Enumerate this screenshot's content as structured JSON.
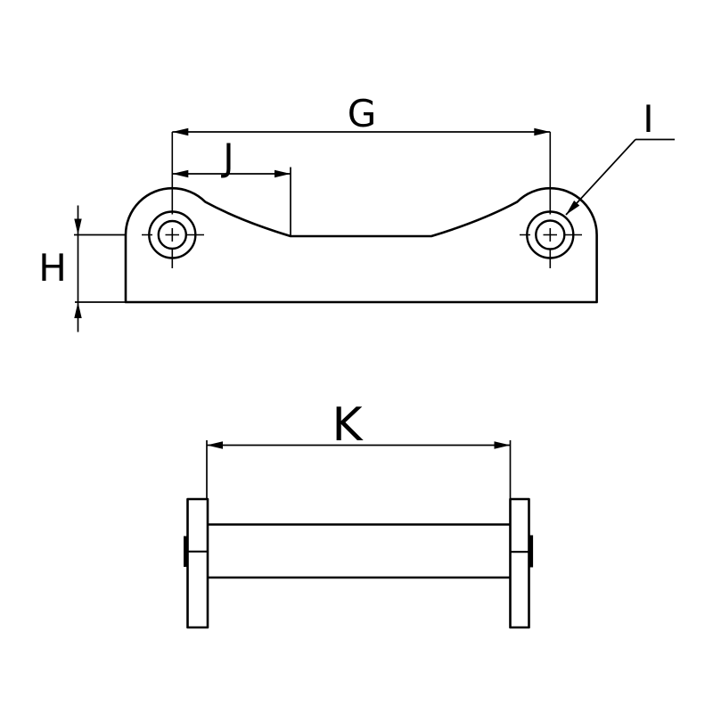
{
  "diagram": {
    "type": "technical-line-drawing",
    "background_color": "#ffffff",
    "line_color": "#000000",
    "labels": {
      "g": "G",
      "j": "J",
      "h": "H",
      "i": "I",
      "k": "K"
    },
    "views": [
      {
        "id": "top-profile-view",
        "elements": [
          "saddle-bracket-outline",
          "left-mounting-hole",
          "right-mounting-hole"
        ],
        "dimension_labels": [
          "G",
          "J",
          "H",
          "I"
        ]
      },
      {
        "id": "side-view",
        "elements": [
          "left-end-flange",
          "right-end-flange",
          "cross-body"
        ],
        "dimension_labels": [
          "K"
        ]
      }
    ]
  }
}
